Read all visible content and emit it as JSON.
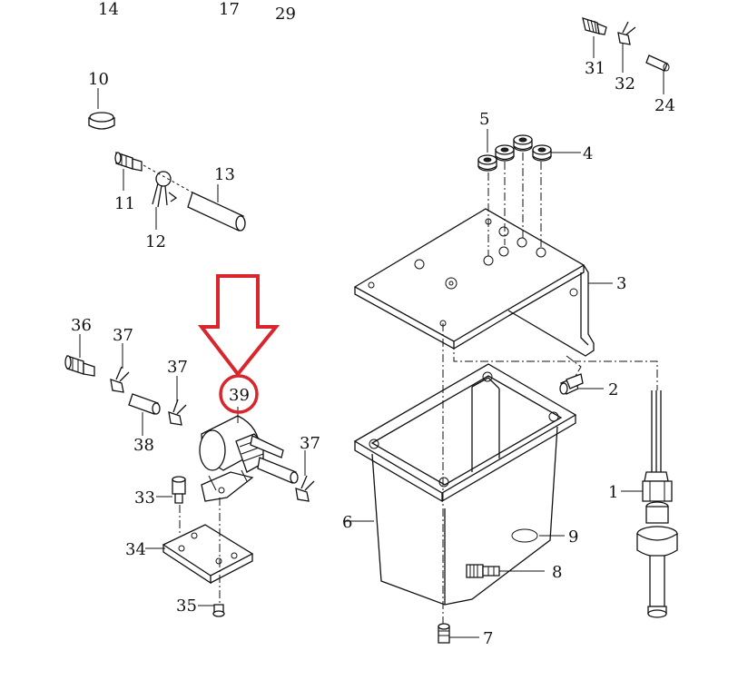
{
  "parts": [
    {
      "id": "p14",
      "label": "14"
    },
    {
      "id": "p17",
      "label": "17"
    },
    {
      "id": "p29",
      "label": "29"
    },
    {
      "id": "p31",
      "label": "31"
    },
    {
      "id": "p32",
      "label": "32"
    },
    {
      "id": "p24",
      "label": "24"
    },
    {
      "id": "p10",
      "label": "10"
    },
    {
      "id": "p11",
      "label": "11"
    },
    {
      "id": "p12",
      "label": "12"
    },
    {
      "id": "p13",
      "label": "13"
    },
    {
      "id": "p5",
      "label": "5"
    },
    {
      "id": "p4",
      "label": "4"
    },
    {
      "id": "p3",
      "label": "3"
    },
    {
      "id": "p2",
      "label": "2"
    },
    {
      "id": "p36",
      "label": "36"
    },
    {
      "id": "p37a",
      "label": "37"
    },
    {
      "id": "p37b",
      "label": "37"
    },
    {
      "id": "p39",
      "label": "39"
    },
    {
      "id": "p38",
      "label": "38"
    },
    {
      "id": "p37c",
      "label": "37"
    },
    {
      "id": "p33",
      "label": "33"
    },
    {
      "id": "p34",
      "label": "34"
    },
    {
      "id": "p35",
      "label": "35"
    },
    {
      "id": "p6",
      "label": "6"
    },
    {
      "id": "p9",
      "label": "9"
    },
    {
      "id": "p8",
      "label": "8"
    },
    {
      "id": "p1",
      "label": "1"
    },
    {
      "id": "p7",
      "label": "7"
    }
  ],
  "highlight": {
    "target": "39",
    "color": "#d9262c"
  }
}
